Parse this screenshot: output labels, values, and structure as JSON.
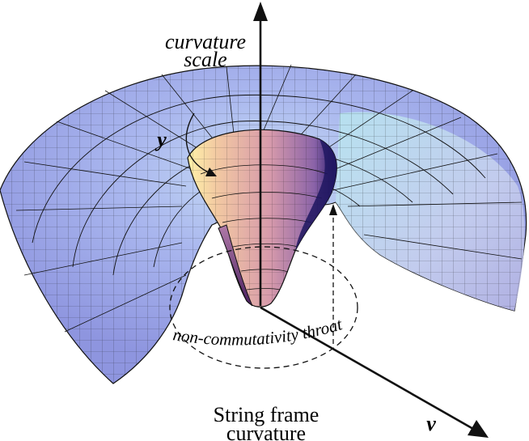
{
  "labels": {
    "vertical_axis_line1": "curvature",
    "vertical_axis_line2": "scale",
    "angular_coordinate": "y",
    "radial_axis": "v",
    "throat_label": "non-commutativity throat",
    "bottom_line1": "String frame",
    "bottom_line2": "curvature"
  },
  "colors": {
    "surface_outer": "#9aa3e6",
    "surface_outer_light": "#cfd6f2",
    "surface_rim": "#bfe6f0",
    "throat_pink": "#d79aa8",
    "throat_orange": "#f0c8a0",
    "throat_yellow": "#fff2a8",
    "throat_dark": "#3a1c66",
    "mesh": "#111111"
  }
}
